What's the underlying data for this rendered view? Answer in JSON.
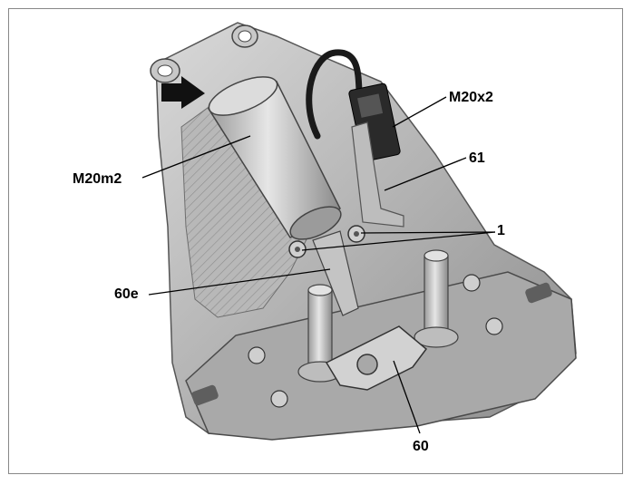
{
  "labels": {
    "m20x2": "M20x2",
    "n61": "61",
    "n1": "1",
    "m20m2": "M20m2",
    "n60e": "60e",
    "n60": "60"
  },
  "colors": {
    "line": "#000000",
    "background": "#ffffff",
    "border": "#888888"
  }
}
